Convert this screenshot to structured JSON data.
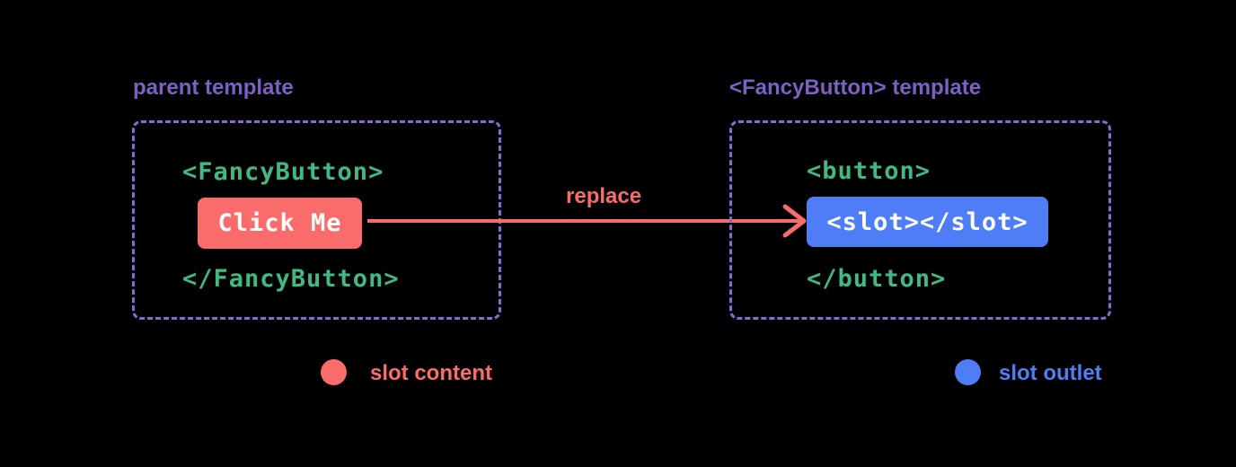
{
  "diagram": {
    "title_semantic": "Vue slots diagram: slot content replaces slot outlet",
    "parent_template": {
      "label": "parent template",
      "open_tag": "<FancyButton>",
      "slot_content_text": "Click Me",
      "close_tag": "</FancyButton>"
    },
    "arrow": {
      "label": "replace"
    },
    "fancybutton_template": {
      "label": "<FancyButton> template",
      "open_tag": "<button>",
      "slot_outlet_text": "<slot></slot>",
      "close_tag": "</button>"
    },
    "legend": [
      {
        "label": "slot content",
        "color": "#fa6b6b"
      },
      {
        "label": "slot outlet",
        "color": "#4f7df5"
      }
    ],
    "colors": {
      "background": "#000000",
      "red": "#fa6b6b",
      "blue": "#4f7df5",
      "green": "#42b883",
      "purple_text": "#7d60c6",
      "purple_border": "#8a69d4",
      "white": "#ffffff"
    }
  }
}
